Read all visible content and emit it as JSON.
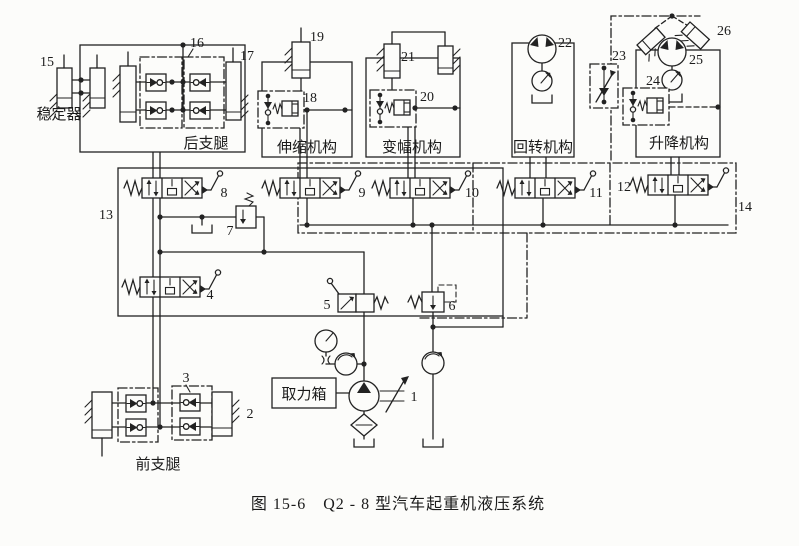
{
  "figure": {
    "caption": "图 15-6　Q2 - 8 型汽车起重机液压系统"
  },
  "groups": {
    "stabilizer": "稳定器",
    "rear_outrigger": "后支腿",
    "telescopic": "伸缩机构",
    "luffing": "变幅机构",
    "slewing": "回转机构",
    "hoisting": "升降机构",
    "front_outrigger": "前支腿",
    "pto_box": "取力箱"
  },
  "parts": {
    "p1": "1",
    "p2": "2",
    "p3": "3",
    "p4": "4",
    "p5": "5",
    "p6": "6",
    "p7": "7",
    "p8": "8",
    "p9": "9",
    "p10": "10",
    "p11": "11",
    "p12": "12",
    "p13": "13",
    "p14": "14",
    "p15": "15",
    "p16": "16",
    "p17": "17",
    "p18": "18",
    "p19": "19",
    "p20": "20",
    "p21": "21",
    "p22": "22",
    "p23": "23",
    "p24": "24",
    "p25": "25",
    "p26": "26"
  },
  "colors": {
    "line": "#222222",
    "background": "#fcfcfa"
  }
}
